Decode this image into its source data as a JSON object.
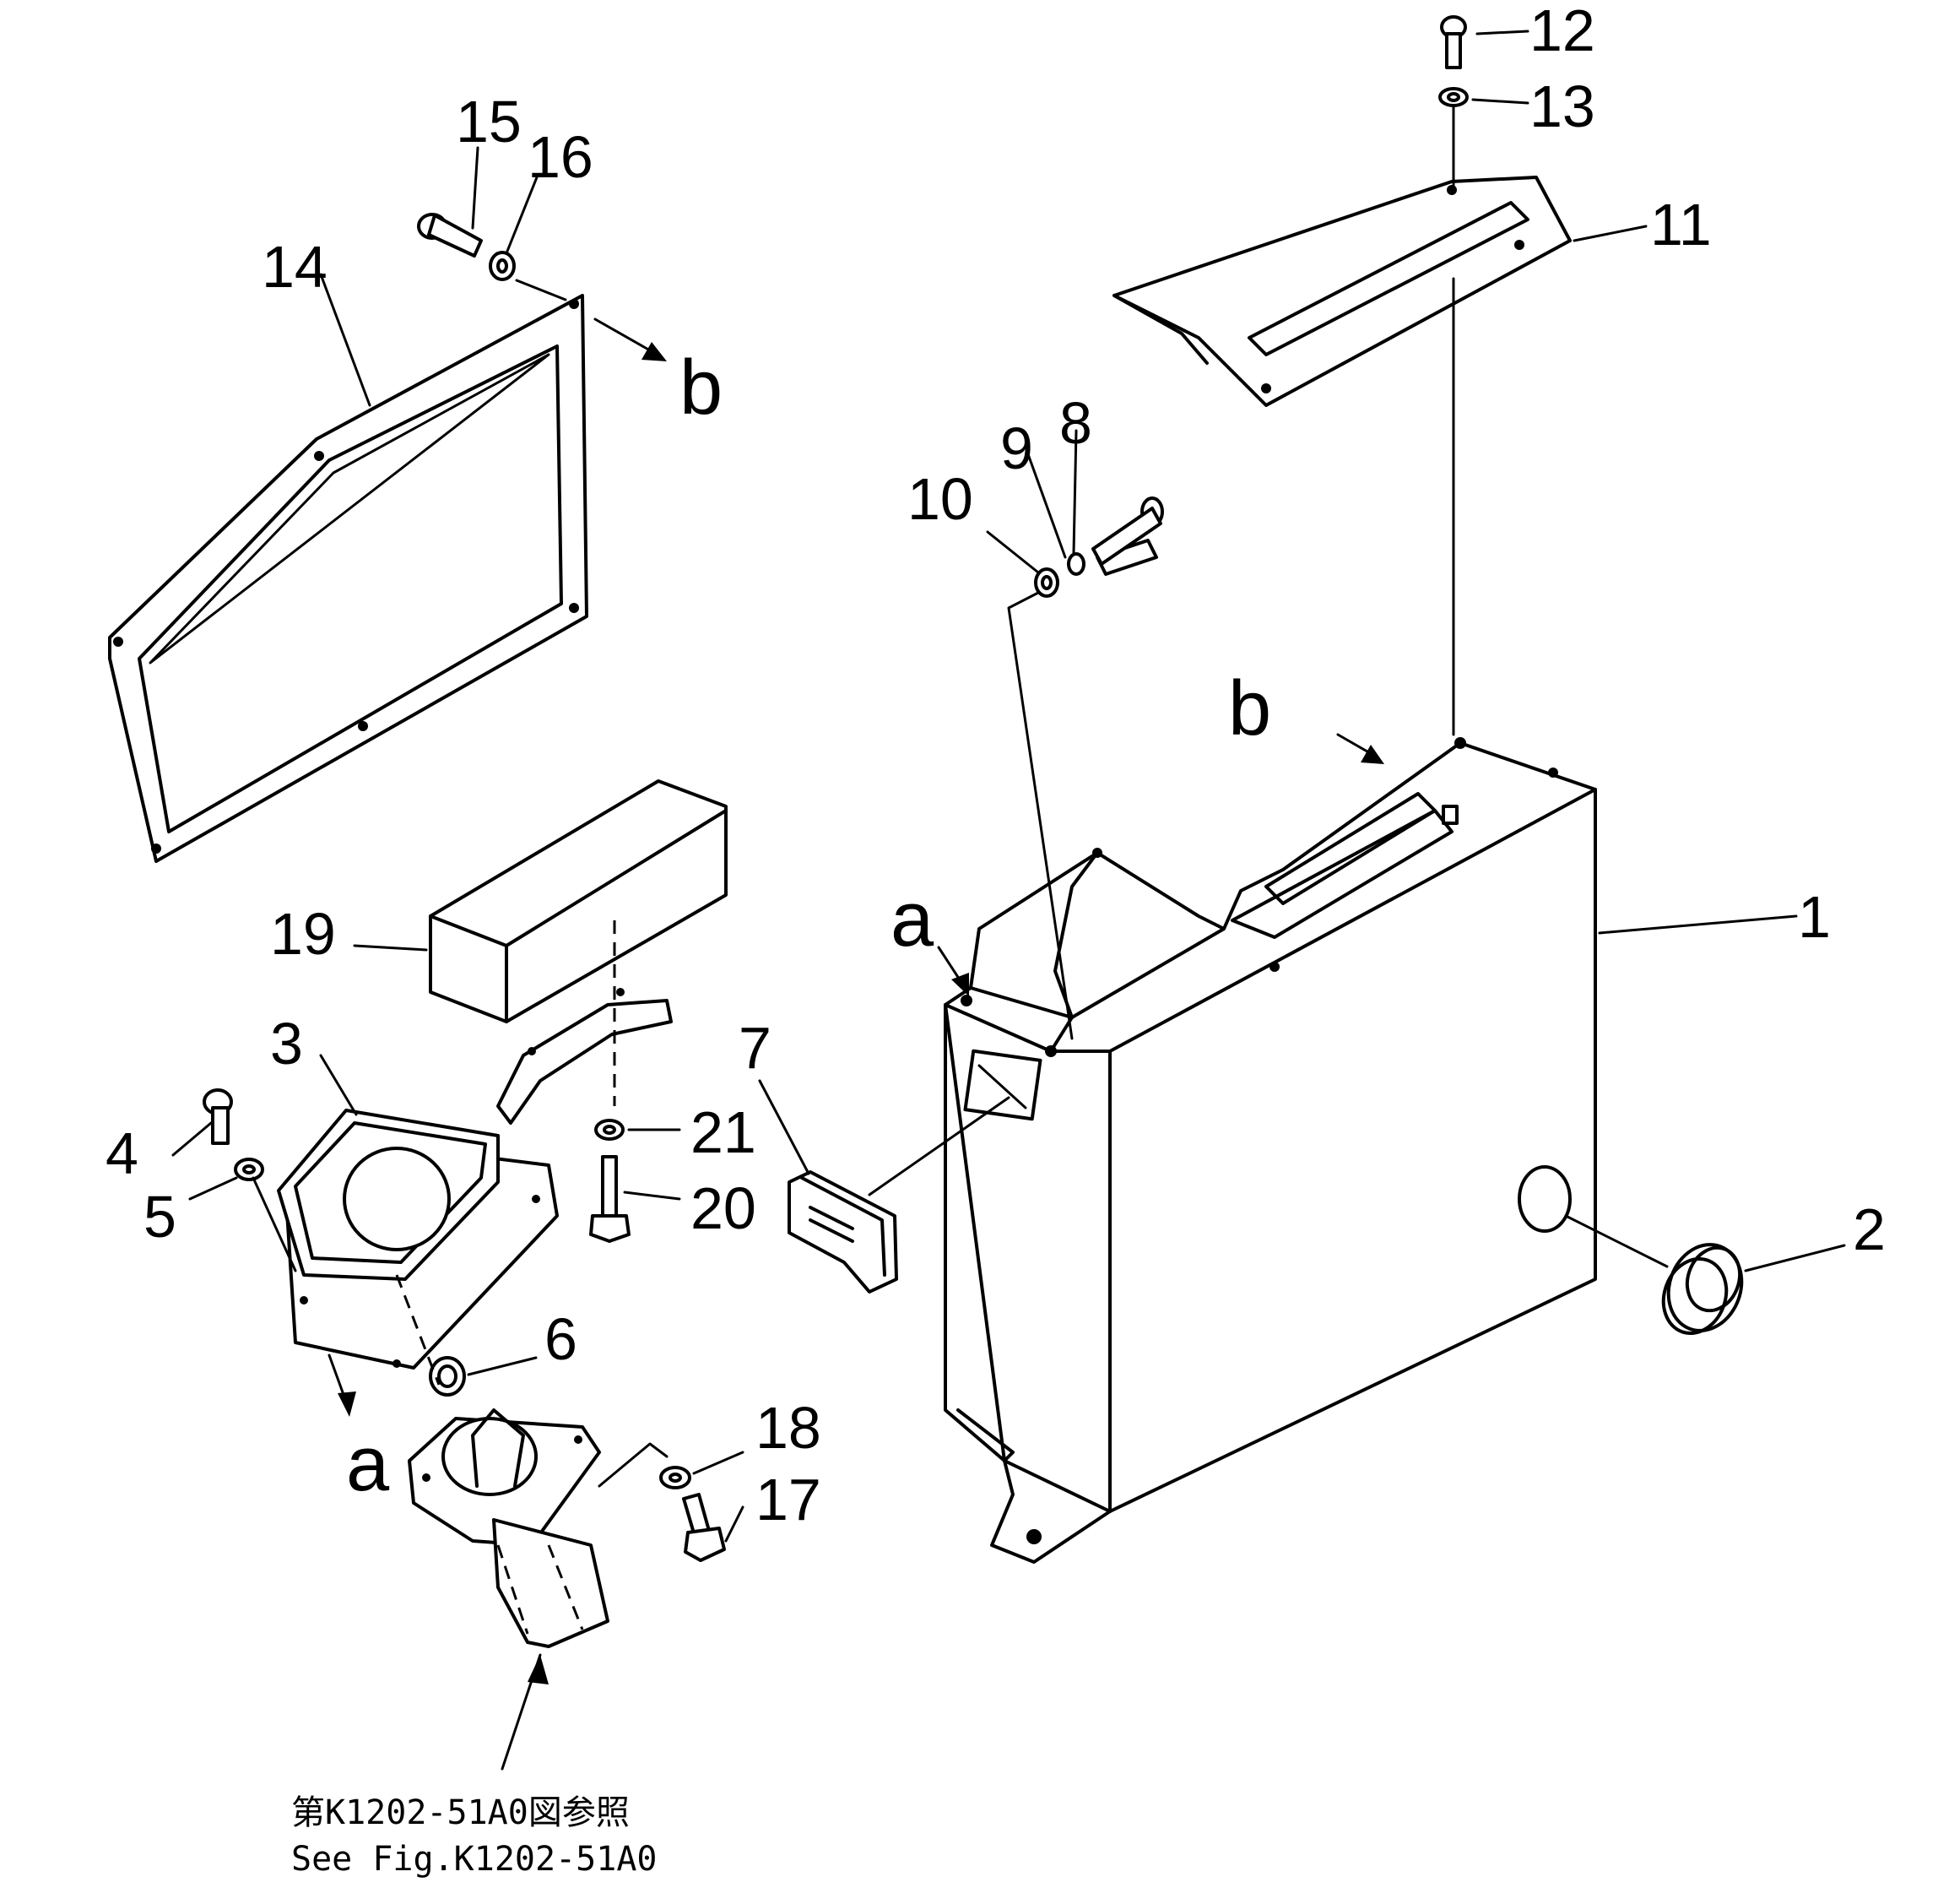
{
  "callouts": {
    "n1": "1",
    "n2": "2",
    "n3": "3",
    "n4": "4",
    "n5": "5",
    "n6": "6",
    "n7": "7",
    "n8": "8",
    "n9": "9",
    "n10": "10",
    "n11": "11",
    "n12": "12",
    "n13": "13",
    "n14": "14",
    "n15": "15",
    "n16": "16",
    "n17": "17",
    "n18": "18",
    "n19": "19",
    "n20": "20",
    "n21": "21"
  },
  "refs": {
    "a_top": "a",
    "a_bottom": "a",
    "b_top": "b",
    "b_right": "b"
  },
  "note": {
    "line_jp": "第K1202-51A0図参照",
    "line_en": "See Fig.K1202-51A0"
  }
}
